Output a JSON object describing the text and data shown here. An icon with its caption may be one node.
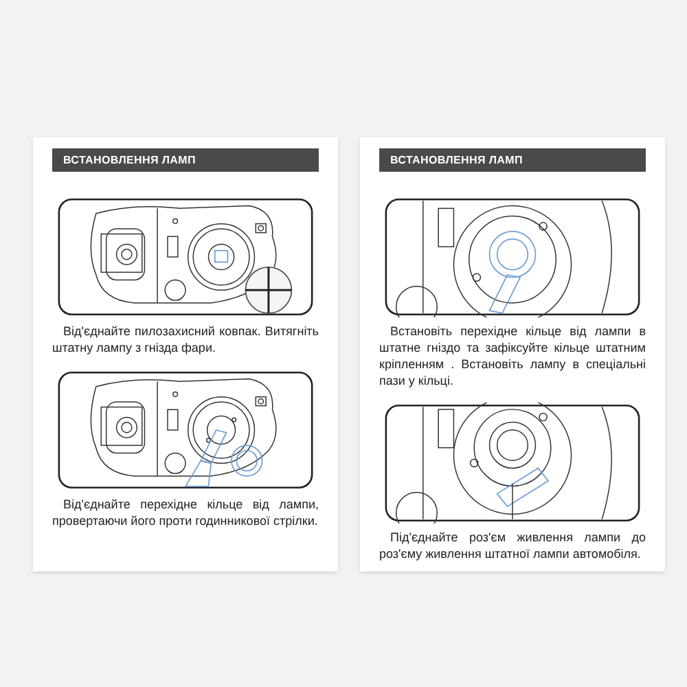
{
  "diagram": {
    "labels": [
      "ВСТАНОВЛЕННЯ ЛАМП",
      "Від'єднайте пилозахисний ковпак. Витягніть штатну лампу з гнізда фари.",
      "Від'єднайте перехідне кільце від лампи, провертаючи його проти годинникової стрілки.",
      "ВСТАНОВЛЕННЯ ЛАМП",
      "Встановіть перехідне кільце від лампи в штатне гніздо та зафіксуйте кільце штатним кріпленням . Встановіть лампу в спеціальні пази у кільці.",
      "Під'єднайте роз'єм живлення лампи до роз'єму живлення штатної лампи автомобіля."
    ]
  }
}
